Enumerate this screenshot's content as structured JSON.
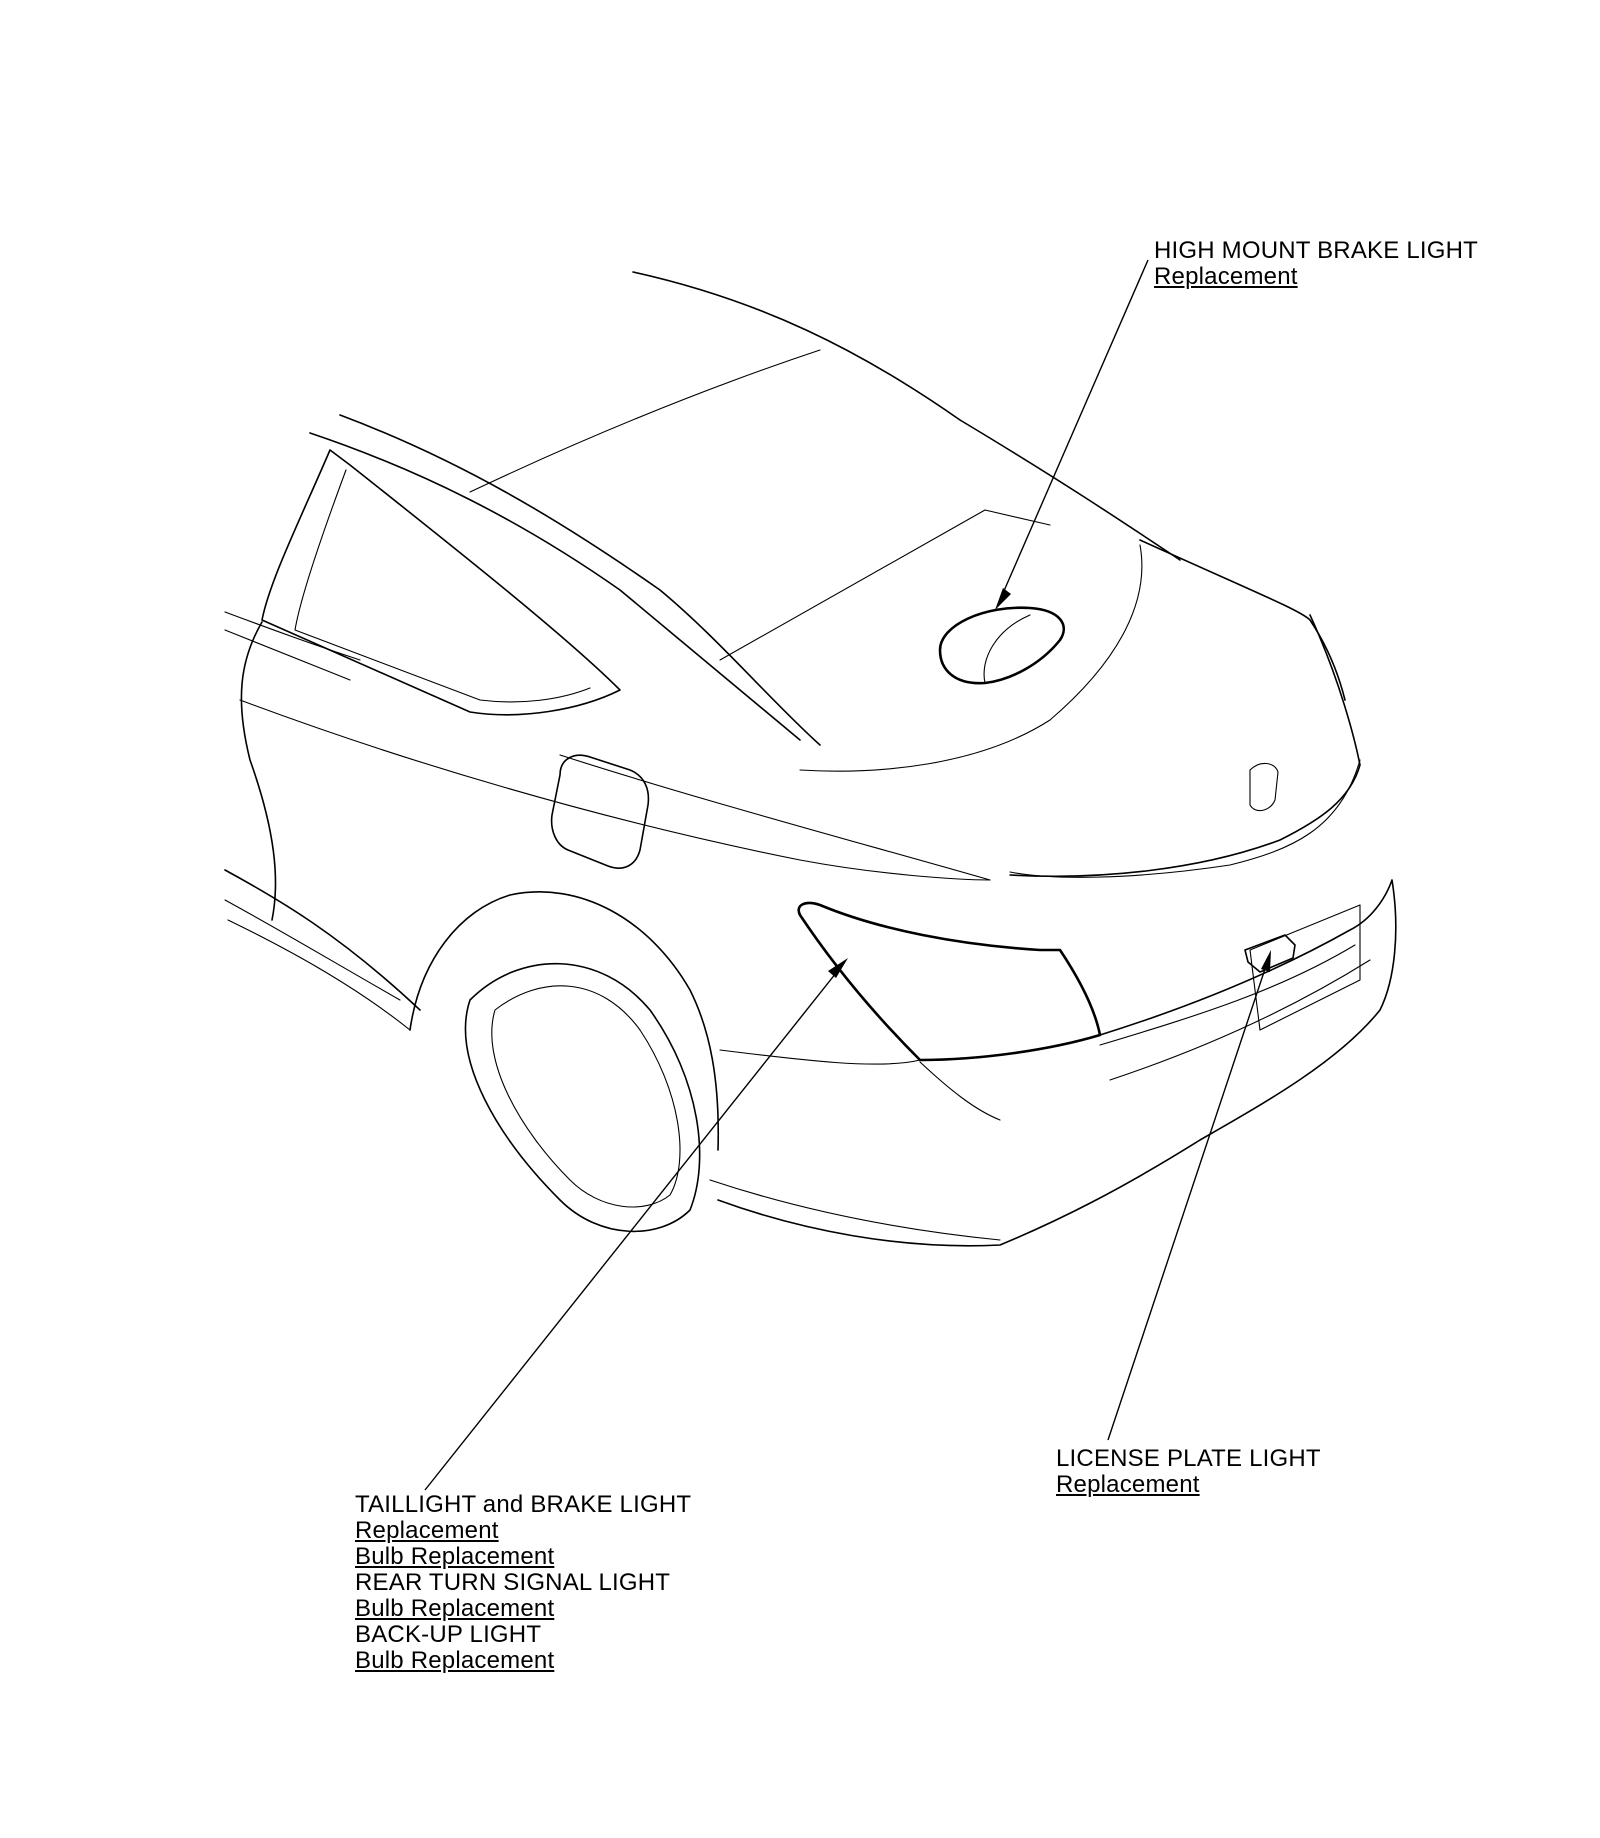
{
  "callouts": {
    "high_mount_brake_light": {
      "title": "HIGH MOUNT BRAKE LIGHT",
      "links": [
        "Replacement"
      ]
    },
    "license_plate_light": {
      "title": "LICENSE PLATE LIGHT",
      "links": [
        "Replacement"
      ]
    },
    "taillight_group": {
      "title": "TAILLIGHT and BRAKE LIGHT",
      "links": [
        "Replacement",
        "Bulb Replacement"
      ],
      "rear_turn_title": "REAR TURN SIGNAL LIGHT",
      "rear_turn_links": [
        "Bulb Replacement"
      ],
      "backup_title": "BACK-UP LIGHT",
      "backup_links": [
        "Bulb Replacement"
      ]
    }
  },
  "colors": {
    "ink": "#000000",
    "background": "#ffffff"
  }
}
